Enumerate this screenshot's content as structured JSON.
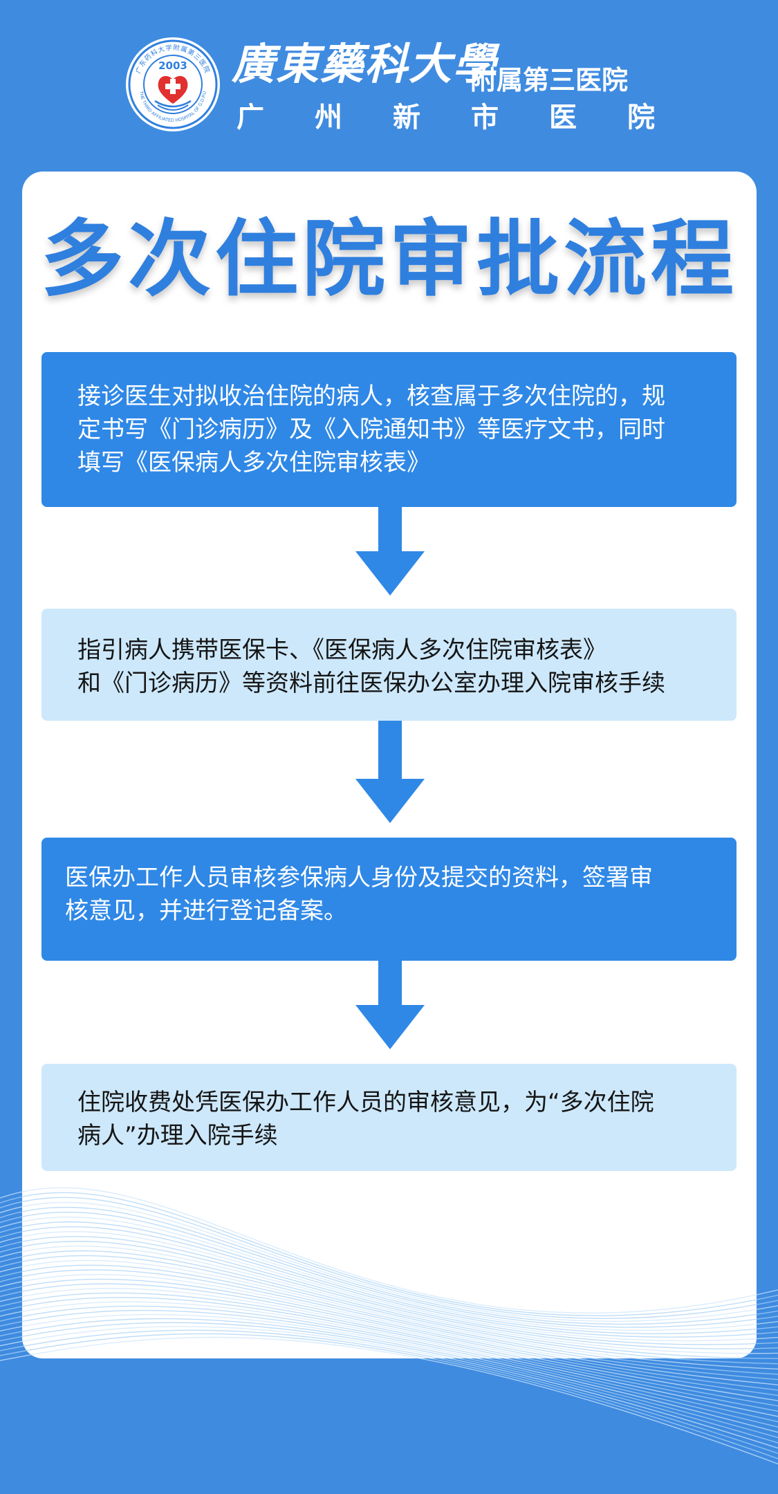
{
  "header": {
    "brand_cn_art": "廣東藥科大學",
    "brand_suffix": "附属第三医院",
    "brand_sub": [
      "广",
      "州",
      "新",
      "市",
      "医",
      "院"
    ],
    "logo": {
      "year": "2003",
      "ring_text": "广东药科大学附属第三医院",
      "ring_text_en": "THE THIRD AFFILIATED HOSPITAL OF G.D.P.U"
    }
  },
  "card": {
    "title": "多次住院审批流程",
    "steps": [
      {
        "lines": [
          "接诊医生对拟收治住院的病人，核查属于多次住院的，规",
          "定书写《门诊病历》及《入院通知书》等医疗文书，同时",
          "填写《医保病人多次住院审核表》"
        ]
      },
      {
        "lines": [
          "指引病人携带医保卡、《医保病人多次住院审核表》",
          "和《门诊病历》等资料前往医保办公室办理入院审核手续"
        ]
      },
      {
        "lines": [
          "医保办工作人员审核参保病人身份及提交的资料，签署审",
          "核意见，并进行登记备案。"
        ]
      },
      {
        "lines": [
          "住院收费处凭医保办工作人员的审核意见，为“多次住院",
          "病人”办理入院手续"
        ]
      }
    ]
  },
  "colors": {
    "background": "#3f8be0",
    "title": "#2f7fde",
    "step_dark": "#2f88e6",
    "step_light": "#cde8fb",
    "arrow": "#2f88e6",
    "logo_red": "#e0302f"
  },
  "icons": {
    "logo": "hospital-emblem-icon",
    "arrow": "arrow-down-icon"
  }
}
